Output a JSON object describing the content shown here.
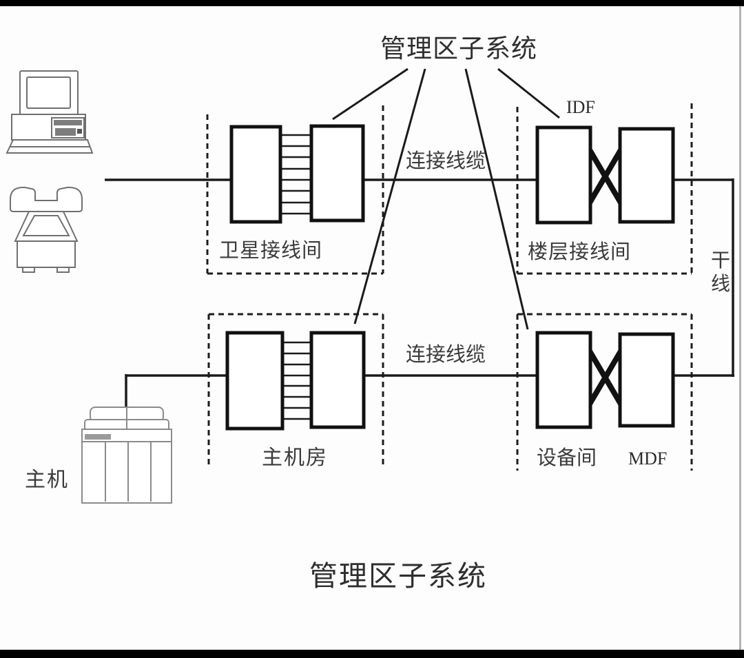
{
  "title": {
    "top": "管理区子系统",
    "bottom": "管理区子系统"
  },
  "zones": {
    "satellite": {
      "label": "卫星接线间"
    },
    "floor": {
      "label": "楼层接线间",
      "tag": "IDF"
    },
    "host_room": {
      "label": "主机房"
    },
    "equipment": {
      "label": "设备间",
      "tag": "MDF"
    }
  },
  "cables": {
    "top": "连接线缆",
    "bottom": "连接线缆",
    "trunk_chars": [
      "干",
      "线"
    ]
  },
  "devices": {
    "host": "主机",
    "workstation_icon": "desktop-computer-icon",
    "phone_icon": "telephone-icon",
    "host_icon": "mainframe-icon"
  },
  "colors": {
    "diagram_line": "#1a1a1a",
    "box_border": "#111111",
    "icon_stroke": "#6f6f6f",
    "background": "#ffffff",
    "frame_bar": "#000000"
  }
}
